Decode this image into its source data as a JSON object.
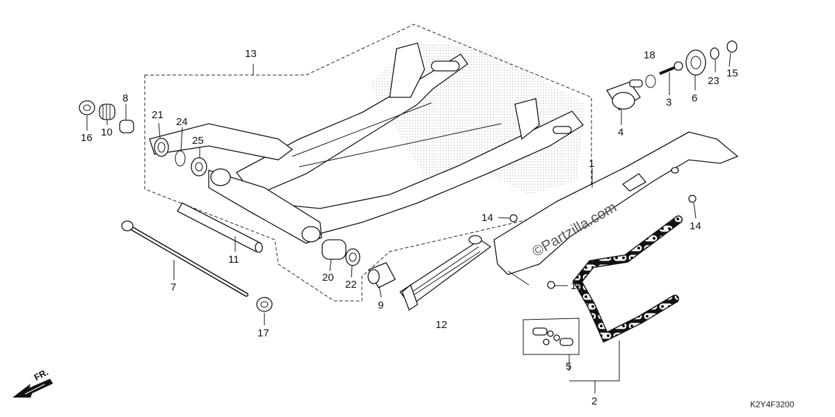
{
  "diagram": {
    "code": "K2Y4F3200",
    "watermark": "©Partzilla.com",
    "front_label": "FR.",
    "callouts": [
      {
        "id": "c1",
        "text": "1"
      },
      {
        "id": "c2",
        "text": "2"
      },
      {
        "id": "c3",
        "text": "3"
      },
      {
        "id": "c4",
        "text": "4"
      },
      {
        "id": "c5",
        "text": "5"
      },
      {
        "id": "c6",
        "text": "6"
      },
      {
        "id": "c7",
        "text": "7"
      },
      {
        "id": "c8",
        "text": "8"
      },
      {
        "id": "c9",
        "text": "9"
      },
      {
        "id": "c10",
        "text": "10"
      },
      {
        "id": "c11",
        "text": "11"
      },
      {
        "id": "c12",
        "text": "12"
      },
      {
        "id": "c13",
        "text": "13"
      },
      {
        "id": "c14a",
        "text": "14"
      },
      {
        "id": "c14b",
        "text": "14"
      },
      {
        "id": "c15",
        "text": "15"
      },
      {
        "id": "c16",
        "text": "16"
      },
      {
        "id": "c17",
        "text": "17"
      },
      {
        "id": "c18",
        "text": "18"
      },
      {
        "id": "c19",
        "text": "19"
      },
      {
        "id": "c20",
        "text": "20"
      },
      {
        "id": "c21",
        "text": "21"
      },
      {
        "id": "c22",
        "text": "22"
      },
      {
        "id": "c23",
        "text": "23"
      },
      {
        "id": "c24",
        "text": "24"
      },
      {
        "id": "c25",
        "text": "25"
      }
    ]
  }
}
